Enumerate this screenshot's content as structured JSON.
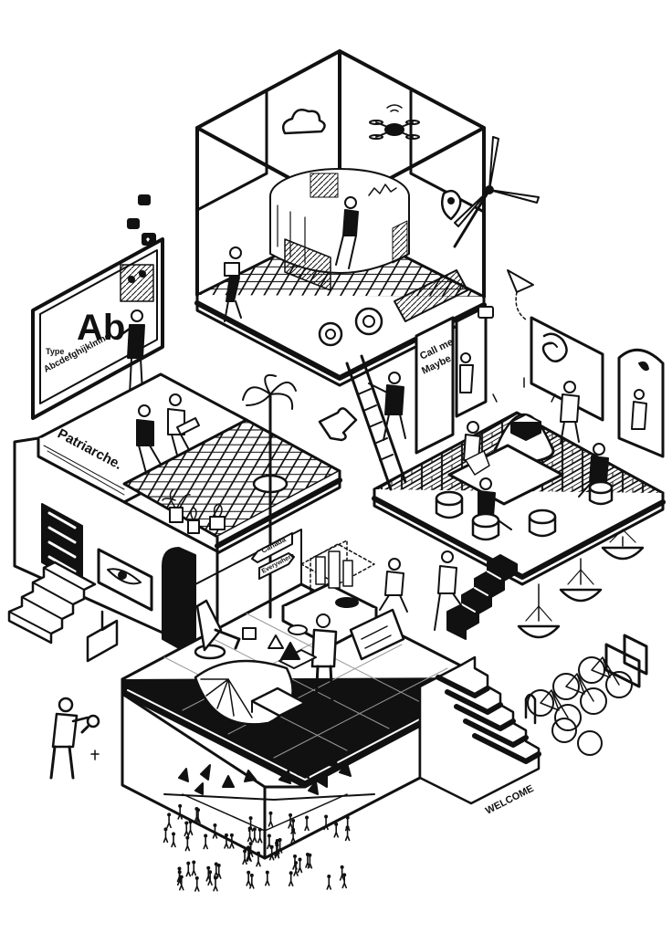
{
  "colors": {
    "ink": "#111111",
    "paper": "#ffffff",
    "grey": "#d8d8d8"
  },
  "screen": {
    "glyph": "Ab",
    "type_label": "Type",
    "alphabet": "Abcdefghijklmno"
  },
  "book": {
    "title": "Patriarche."
  },
  "door": {
    "line1": "Call me",
    "line2": "Maybe"
  },
  "signpost": {
    "sign_top": "Canada",
    "sign_bottom": "Everywhere"
  },
  "entrance": {
    "label": "WELCOME"
  },
  "icons": [
    "cloud-icon",
    "drone-icon",
    "map-pin-icon",
    "wind-turbine-icon",
    "gear-icon",
    "puzzle-piece-icon",
    "paper-plane-icon",
    "magnifier-icon",
    "eye-icon",
    "speech-bubble-icon",
    "heart-icon",
    "bicycle-icon",
    "palm-tree-icon"
  ]
}
